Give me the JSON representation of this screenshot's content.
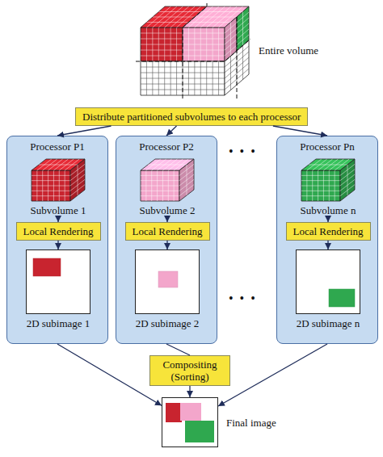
{
  "diagram": {
    "nodes": [
      {
        "text": [
          "Entire volume"
        ]
      },
      {
        "text": [
          "Distribute partitioned subvolumes to each processor"
        ]
      },
      {
        "text": [
          "Processor P1"
        ]
      },
      {
        "text": [
          "Subvolume 1"
        ],
        "in": 2
      },
      {
        "text": [
          "Local Rendering"
        ],
        "in": 2
      },
      {
        "text": [
          "2D subimage 1"
        ],
        "in": 2
      },
      {
        "text": [
          "Processor P2"
        ]
      },
      {
        "text": [
          "Subvolume 2"
        ],
        "in": 6
      },
      {
        "text": [
          "Local Rendering"
        ],
        "in": 6
      },
      {
        "text": [
          "2D subimage 2"
        ],
        "in": 6
      },
      {
        "text": [
          "Processor Pn"
        ]
      },
      {
        "text": [
          "Subvolume n"
        ],
        "in": 10
      },
      {
        "text": [
          "Local Rendering"
        ],
        "in": 10
      },
      {
        "text": [
          "2D subimage n"
        ],
        "in": 10
      },
      {
        "text": [
          "Compositing (Sorting)"
        ]
      },
      {
        "text": [
          "Final image"
        ]
      }
    ],
    "edges": [
      {
        "from": 1,
        "to": 2,
        "arrow": "to"
      },
      {
        "from": 1,
        "to": 6,
        "arrow": "to"
      },
      {
        "from": 1,
        "to": 10,
        "arrow": "to"
      },
      {
        "from": 3,
        "to": 4,
        "arrow": "to"
      },
      {
        "from": 4,
        "to": 5,
        "arrow": "to"
      },
      {
        "from": 7,
        "to": 8,
        "arrow": "to"
      },
      {
        "from": 8,
        "to": 9,
        "arrow": "to"
      },
      {
        "from": 11,
        "to": 12,
        "arrow": "to"
      },
      {
        "from": 12,
        "to": 13,
        "arrow": "to"
      },
      {
        "from": 2,
        "to": 15,
        "arrow": "to"
      },
      {
        "from": 6,
        "to": 14,
        "arrow": "none"
      },
      {
        "from": 10,
        "to": 15,
        "arrow": "to"
      },
      {
        "from": 14,
        "to": 15,
        "arrow": "to"
      }
    ],
    "labels": [
      "• • •",
      "• • •"
    ]
  }
}
